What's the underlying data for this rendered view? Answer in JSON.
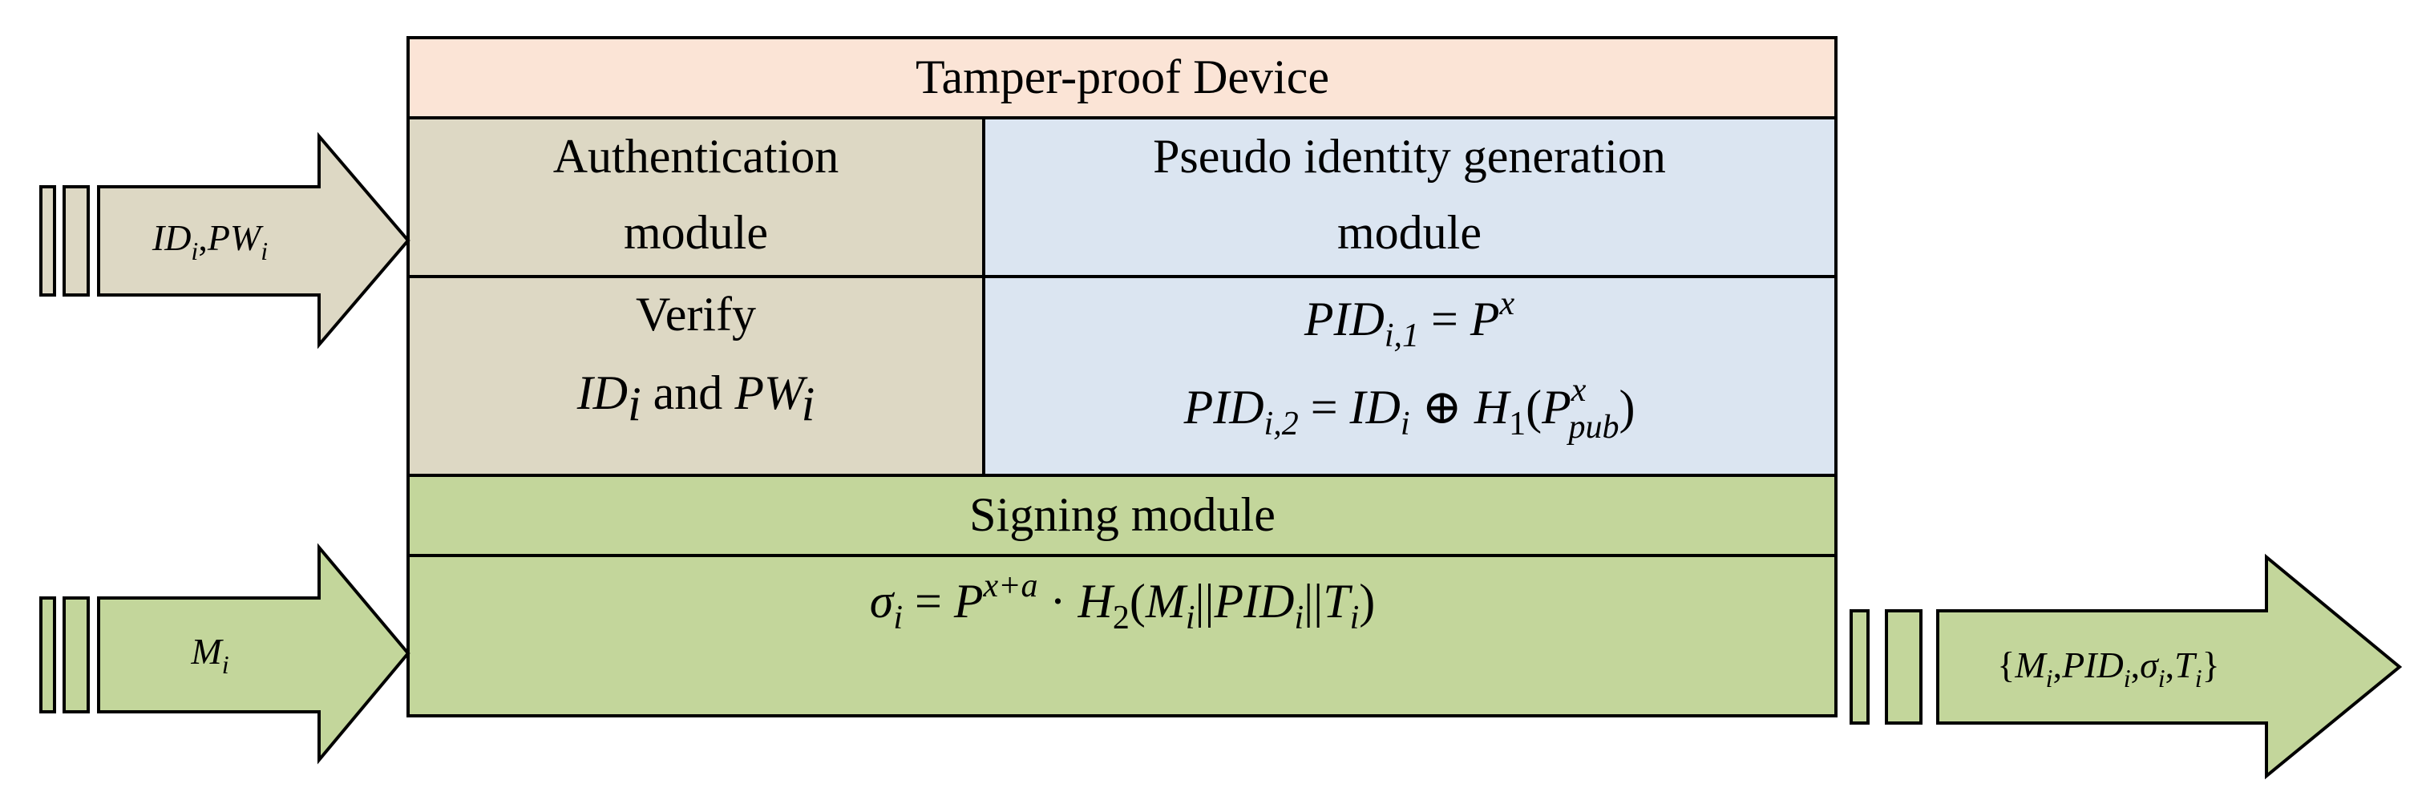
{
  "colors": {
    "header_fill": "#fbe4d6",
    "tan_fill": "#ddd8c4",
    "blue_fill": "#dbe5f1",
    "green_fill": "#c3d69b",
    "arrow_tan": "#ddd8c4",
    "arrow_green": "#c3d69b",
    "stroke": "#000000"
  },
  "device": {
    "title": "Tamper-proof Device",
    "auth_module": {
      "line1": "Authentication",
      "line2": "module"
    },
    "pseudo_module": {
      "line1": "Pseudo identity generation",
      "line2": "module"
    },
    "verify": {
      "line1": "Verify",
      "id": "ID",
      "id_sub": "i",
      "and": " and ",
      "pw": "PW",
      "pw_sub": "i"
    },
    "pid1": {
      "lhs": "PID",
      "lhs_sub": "i,1",
      "eq": " = ",
      "rhs": "P",
      "rhs_sup": "x"
    },
    "pid2": {
      "lhs": "PID",
      "lhs_sub": "i,2",
      "eq": " = ",
      "id": "ID",
      "id_sub": "i",
      "xor": " ⊕ ",
      "h": "H",
      "h_sub": "1",
      "open": "(",
      "p": "P",
      "p_sup": "x",
      "p_sub": "pub",
      "close": ")"
    },
    "signing_module": "Signing module",
    "sigma": {
      "lhs": "σ",
      "lhs_sub": "i",
      "eq": " = ",
      "p": "P",
      "p_sup": "x+a",
      "dot": " · ",
      "h": "H",
      "h_sub": "2",
      "open": "(",
      "m": "M",
      "m_sub": "i",
      "sep1": "||",
      "pid": "PID",
      "pid_sub": "i",
      "sep2": "||",
      "t": "T",
      "t_sub": "i",
      "close": ")"
    }
  },
  "inputs": {
    "credentials": {
      "id": "ID",
      "id_sub": "i",
      "comma": ",",
      "pw": "PW",
      "pw_sub": "i"
    },
    "message": {
      "m": "M",
      "m_sub": "i"
    }
  },
  "output": {
    "open": "{",
    "m": "M",
    "m_sub": "i",
    "c1": ",",
    "pid": "PID",
    "pid_sub": "i",
    "c2": ",",
    "sigma": "σ",
    "sigma_sub": "i",
    "c3": ",",
    "t": "T",
    "t_sub": "i",
    "close": "}"
  }
}
